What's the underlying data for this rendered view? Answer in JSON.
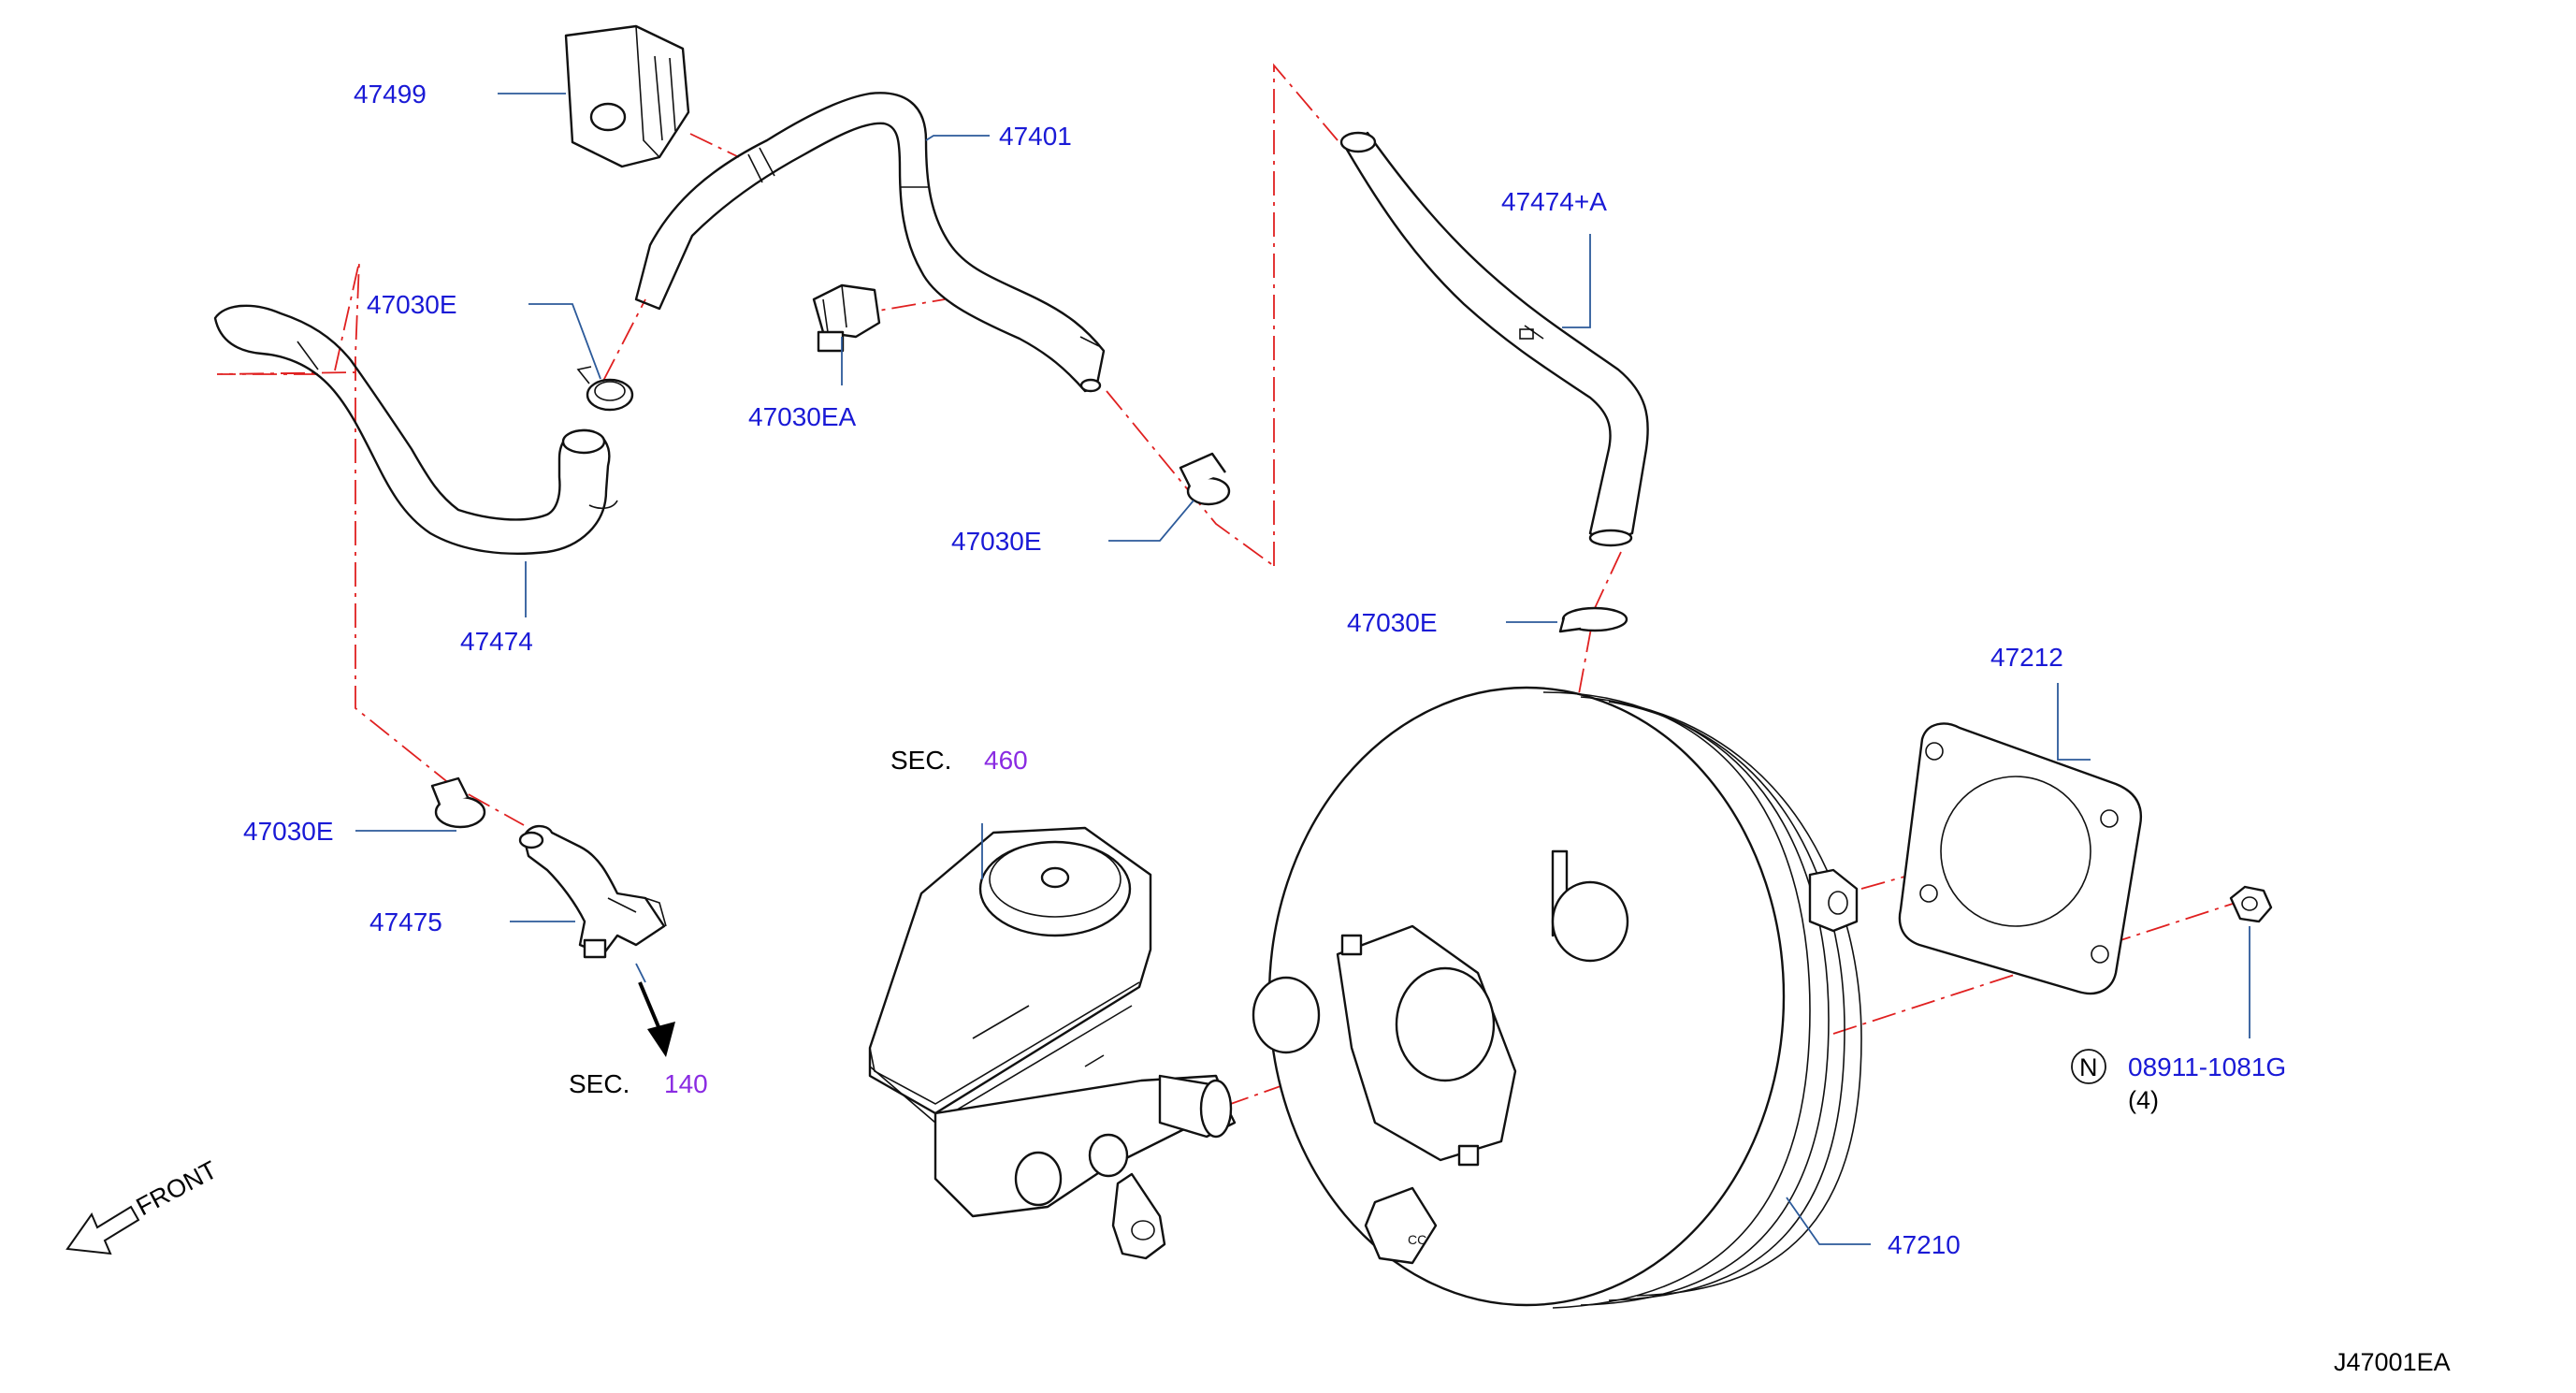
{
  "labels": {
    "p47499": "47499",
    "p47401": "47401",
    "p47474a": "47474+A",
    "clip_top_left": "47030E",
    "clip_ea": "47030EA",
    "clip_mid": "47030E",
    "p47474": "47474",
    "clip_right": "47030E",
    "p47212": "47212",
    "clip_bottom_left": "47030E",
    "p47475": "47475",
    "nut_code": "08911-1081G",
    "nut_qty": "(4)",
    "nut_marker": "N",
    "p47210": "47210",
    "diagram_id": "J47001EA"
  },
  "sections": {
    "sec460_prefix": "SEC.",
    "sec460_num": "460",
    "sec140_prefix": "SEC.",
    "sec140_num": "140"
  },
  "front_indicator": "FRONT",
  "colors": {
    "label": "#1a1ad6",
    "section_number": "#8a2be2",
    "leader": "#2c5a9a",
    "chain_line": "#e02020",
    "drawing": "#111111"
  }
}
